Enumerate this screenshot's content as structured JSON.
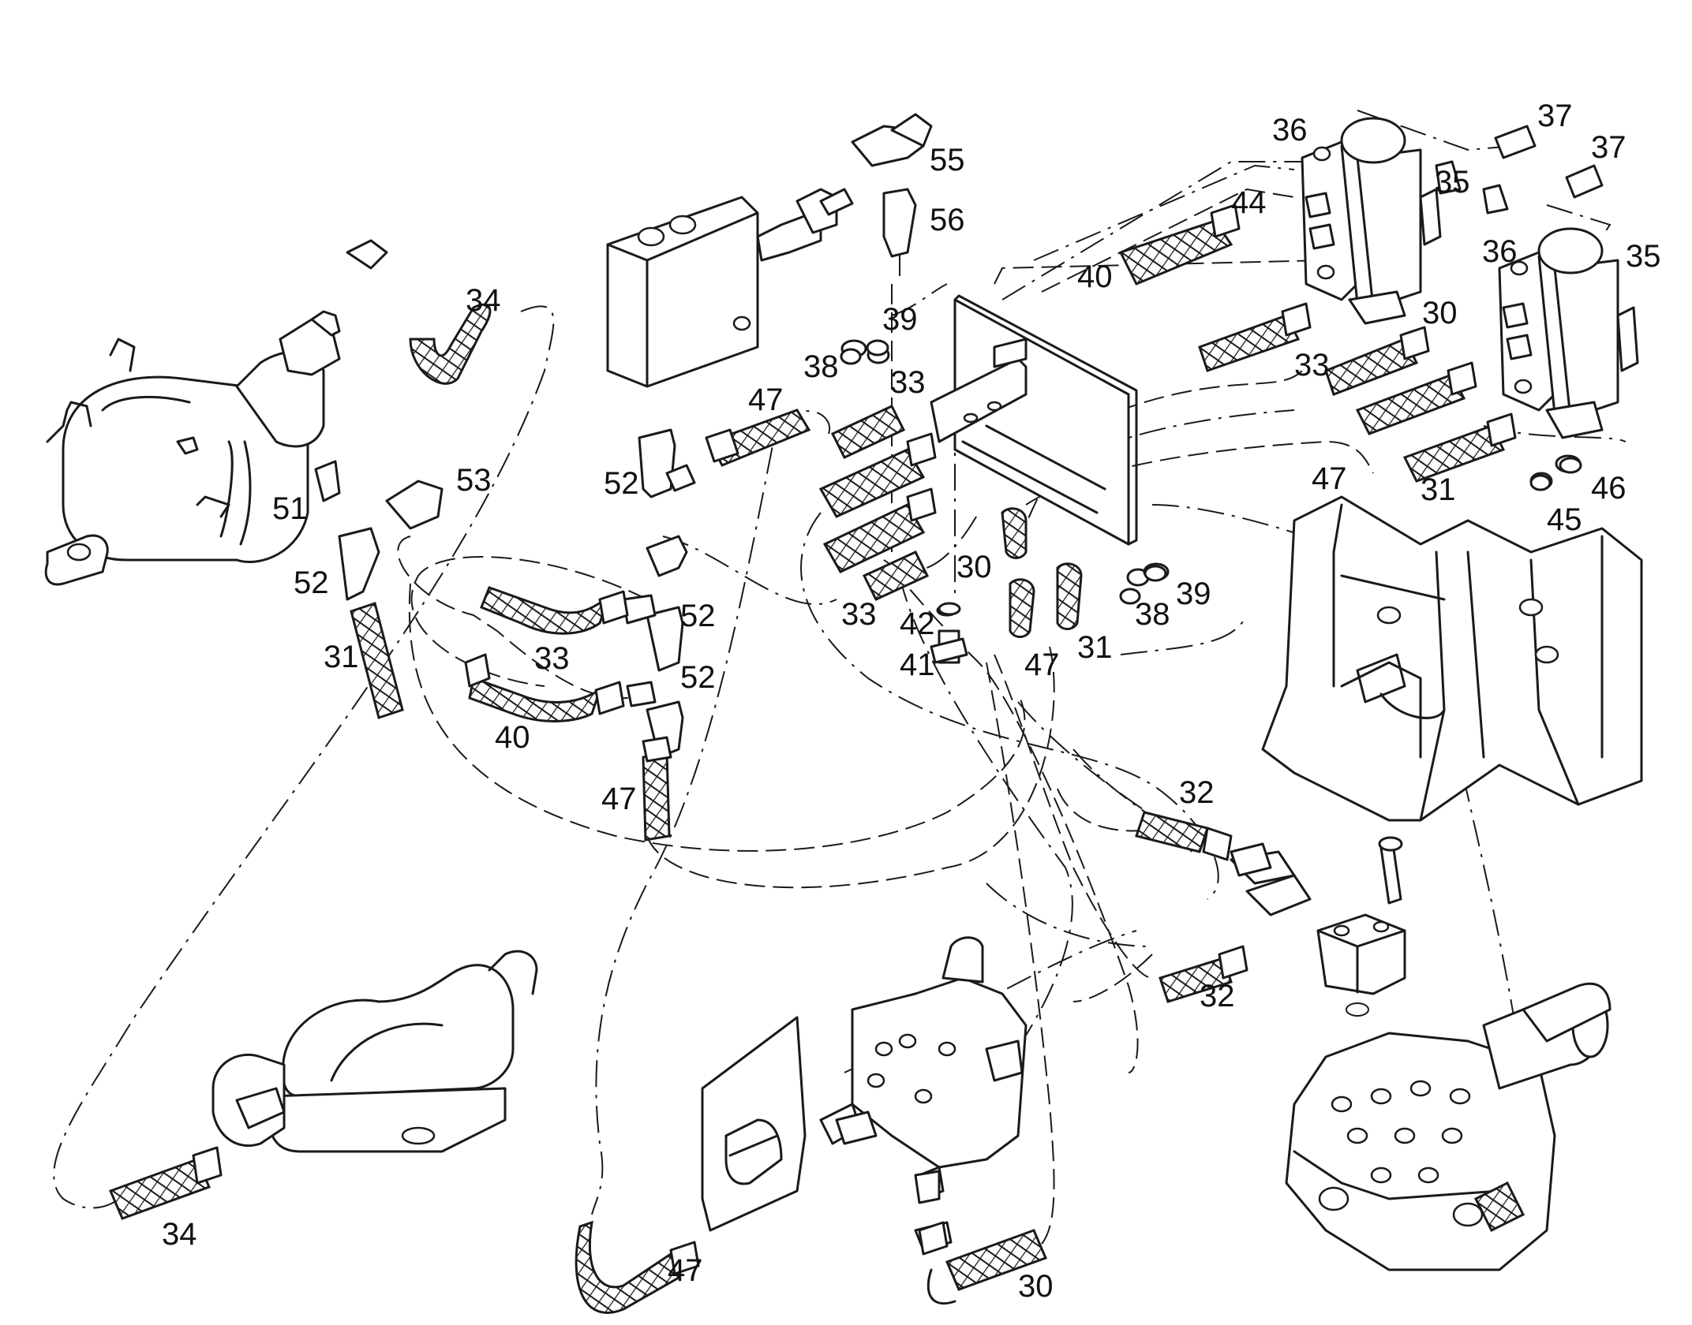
{
  "drawing": {
    "line_color": "#1a1a1a",
    "background": "#ffffff"
  },
  "callouts": [
    {
      "id": "c55",
      "text": "55"
    },
    {
      "id": "c56",
      "text": "56"
    },
    {
      "id": "c34a",
      "text": "34"
    },
    {
      "id": "c39a",
      "text": "39"
    },
    {
      "id": "c38a",
      "text": "38"
    },
    {
      "id": "c33a",
      "text": "33"
    },
    {
      "id": "c47a",
      "text": "47"
    },
    {
      "id": "c52a",
      "text": "52"
    },
    {
      "id": "c51",
      "text": "51"
    },
    {
      "id": "c53",
      "text": "53"
    },
    {
      "id": "c52b",
      "text": "52"
    },
    {
      "id": "c31a",
      "text": "31"
    },
    {
      "id": "c33b",
      "text": "33"
    },
    {
      "id": "c52c",
      "text": "52"
    },
    {
      "id": "c52d",
      "text": "52"
    },
    {
      "id": "c40a",
      "text": "40"
    },
    {
      "id": "c47b",
      "text": "47"
    },
    {
      "id": "c33c",
      "text": "33"
    },
    {
      "id": "c30a",
      "text": "30"
    },
    {
      "id": "c42",
      "text": "42"
    },
    {
      "id": "c41",
      "text": "41"
    },
    {
      "id": "c47c",
      "text": "47"
    },
    {
      "id": "c31b",
      "text": "31"
    },
    {
      "id": "c38b",
      "text": "38"
    },
    {
      "id": "c39b",
      "text": "39"
    },
    {
      "id": "c36a",
      "text": "36"
    },
    {
      "id": "c37a",
      "text": "37"
    },
    {
      "id": "c37b",
      "text": "37"
    },
    {
      "id": "c35a",
      "text": "35"
    },
    {
      "id": "c44",
      "text": "44"
    },
    {
      "id": "c40b",
      "text": "40"
    },
    {
      "id": "c33d",
      "text": "33"
    },
    {
      "id": "c36b",
      "text": "36"
    },
    {
      "id": "c35b",
      "text": "35"
    },
    {
      "id": "c30b",
      "text": "30"
    },
    {
      "id": "c47d",
      "text": "47"
    },
    {
      "id": "c31c",
      "text": "31"
    },
    {
      "id": "c45",
      "text": "45"
    },
    {
      "id": "c46",
      "text": "46"
    },
    {
      "id": "c32a",
      "text": "32"
    },
    {
      "id": "c32b",
      "text": "32"
    },
    {
      "id": "c34b",
      "text": "34"
    },
    {
      "id": "c47e",
      "text": "47"
    },
    {
      "id": "c30c",
      "text": "30"
    }
  ]
}
